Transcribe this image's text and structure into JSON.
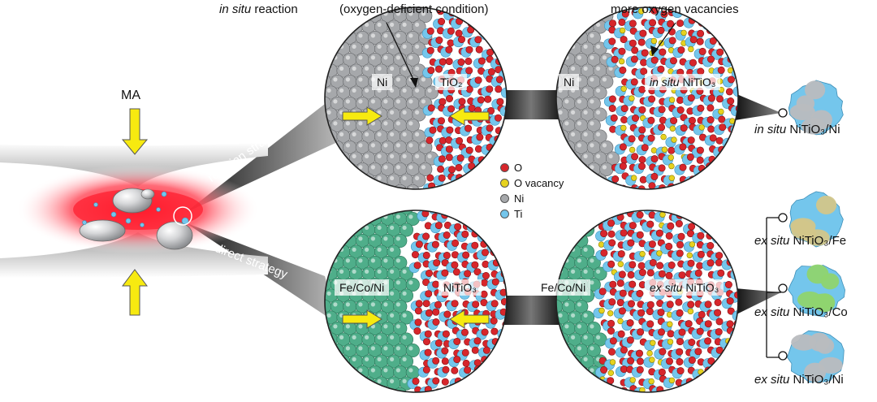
{
  "labels": {
    "in_situ_reaction_prefix": "in situ",
    "in_situ_reaction_suffix": " reaction",
    "oxygen_deficient": "(oxygen-deficient condition)",
    "more_oxygen_vacancies": "more oxygen vacancies",
    "ma": "MA",
    "reaction_strategy": "reaction strategy",
    "direct_strategy": "direct strategy"
  },
  "circles": {
    "top_left": {
      "left_label": "Ni",
      "right_label": "TiO₂"
    },
    "top_right": {
      "left_label": "Ni",
      "right_prefix": "in situ",
      "right_suffix": " NiTiO₃"
    },
    "bottom_left": {
      "left_label": "Fe/Co/Ni",
      "right_label": "NiTiO₃"
    },
    "bottom_right": {
      "left_label": "Fe/Co/Ni",
      "right_prefix": "ex situ",
      "right_suffix": " NiTiO₃"
    }
  },
  "legend": [
    {
      "label": "O",
      "color": "#d7262b"
    },
    {
      "label": "O vacancy",
      "color": "#e6d21f"
    },
    {
      "label": "Ni",
      "color": "#a6a8ab"
    },
    {
      "label": "Ti",
      "color": "#74c6ec"
    }
  ],
  "products": [
    {
      "prefix": "in situ",
      "suffix": " NiTiO₃/Ni",
      "shell_color": "#b9bcbf"
    },
    {
      "prefix": "ex situ",
      "suffix": " NiTiO₃/Fe",
      "shell_color": "#d2c68a"
    },
    {
      "prefix": "ex situ",
      "suffix": " NiTiO₃/Co",
      "shell_color": "#8fd46f"
    },
    {
      "prefix": "ex situ",
      "suffix": " NiTiO₃/Ni",
      "shell_color": "#b9bcbf"
    }
  ],
  "colors": {
    "arrow_yellow": "#f7ea10",
    "ni_grey": "#a6a8ab",
    "metal_green": "#4fae8a",
    "oxygen_red": "#d7262b",
    "titanium_blue": "#74c6ec",
    "vacancy_yellow": "#e6d21f",
    "heat_red": "#ff2a3a"
  }
}
